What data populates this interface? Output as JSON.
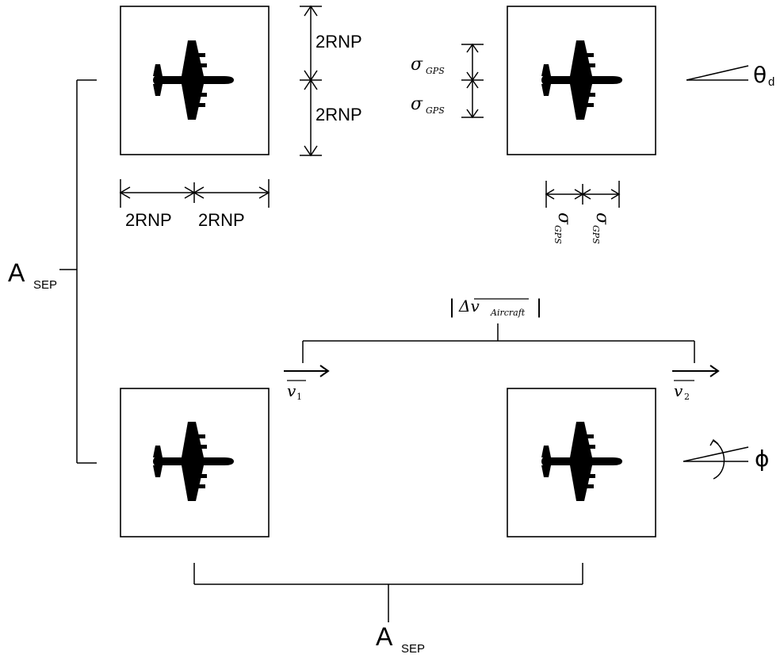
{
  "labels": {
    "rnp_v_top": "2RNP",
    "rnp_v_bottom": "2RNP",
    "rnp_h_left": "2RNP",
    "rnp_h_right": "2RNP",
    "sigma": "σ",
    "gps": "GPS",
    "theta": "θ",
    "theta_sub": "d",
    "phi": "ϕ",
    "a_main": "A",
    "a_sub": "SEP",
    "v1": "v",
    "v1_sub": "1",
    "v2": "v",
    "v2_sub": "2",
    "delta_v": "Δv",
    "delta_v_sub": "Aircraft",
    "bar_left": "|",
    "bar_right": "|"
  },
  "icons": {
    "aircraft": "airplane-silhouette-icon",
    "arrow": "right-arrow-icon"
  },
  "colors": {
    "ink": "#000000",
    "background": "#ffffff"
  }
}
